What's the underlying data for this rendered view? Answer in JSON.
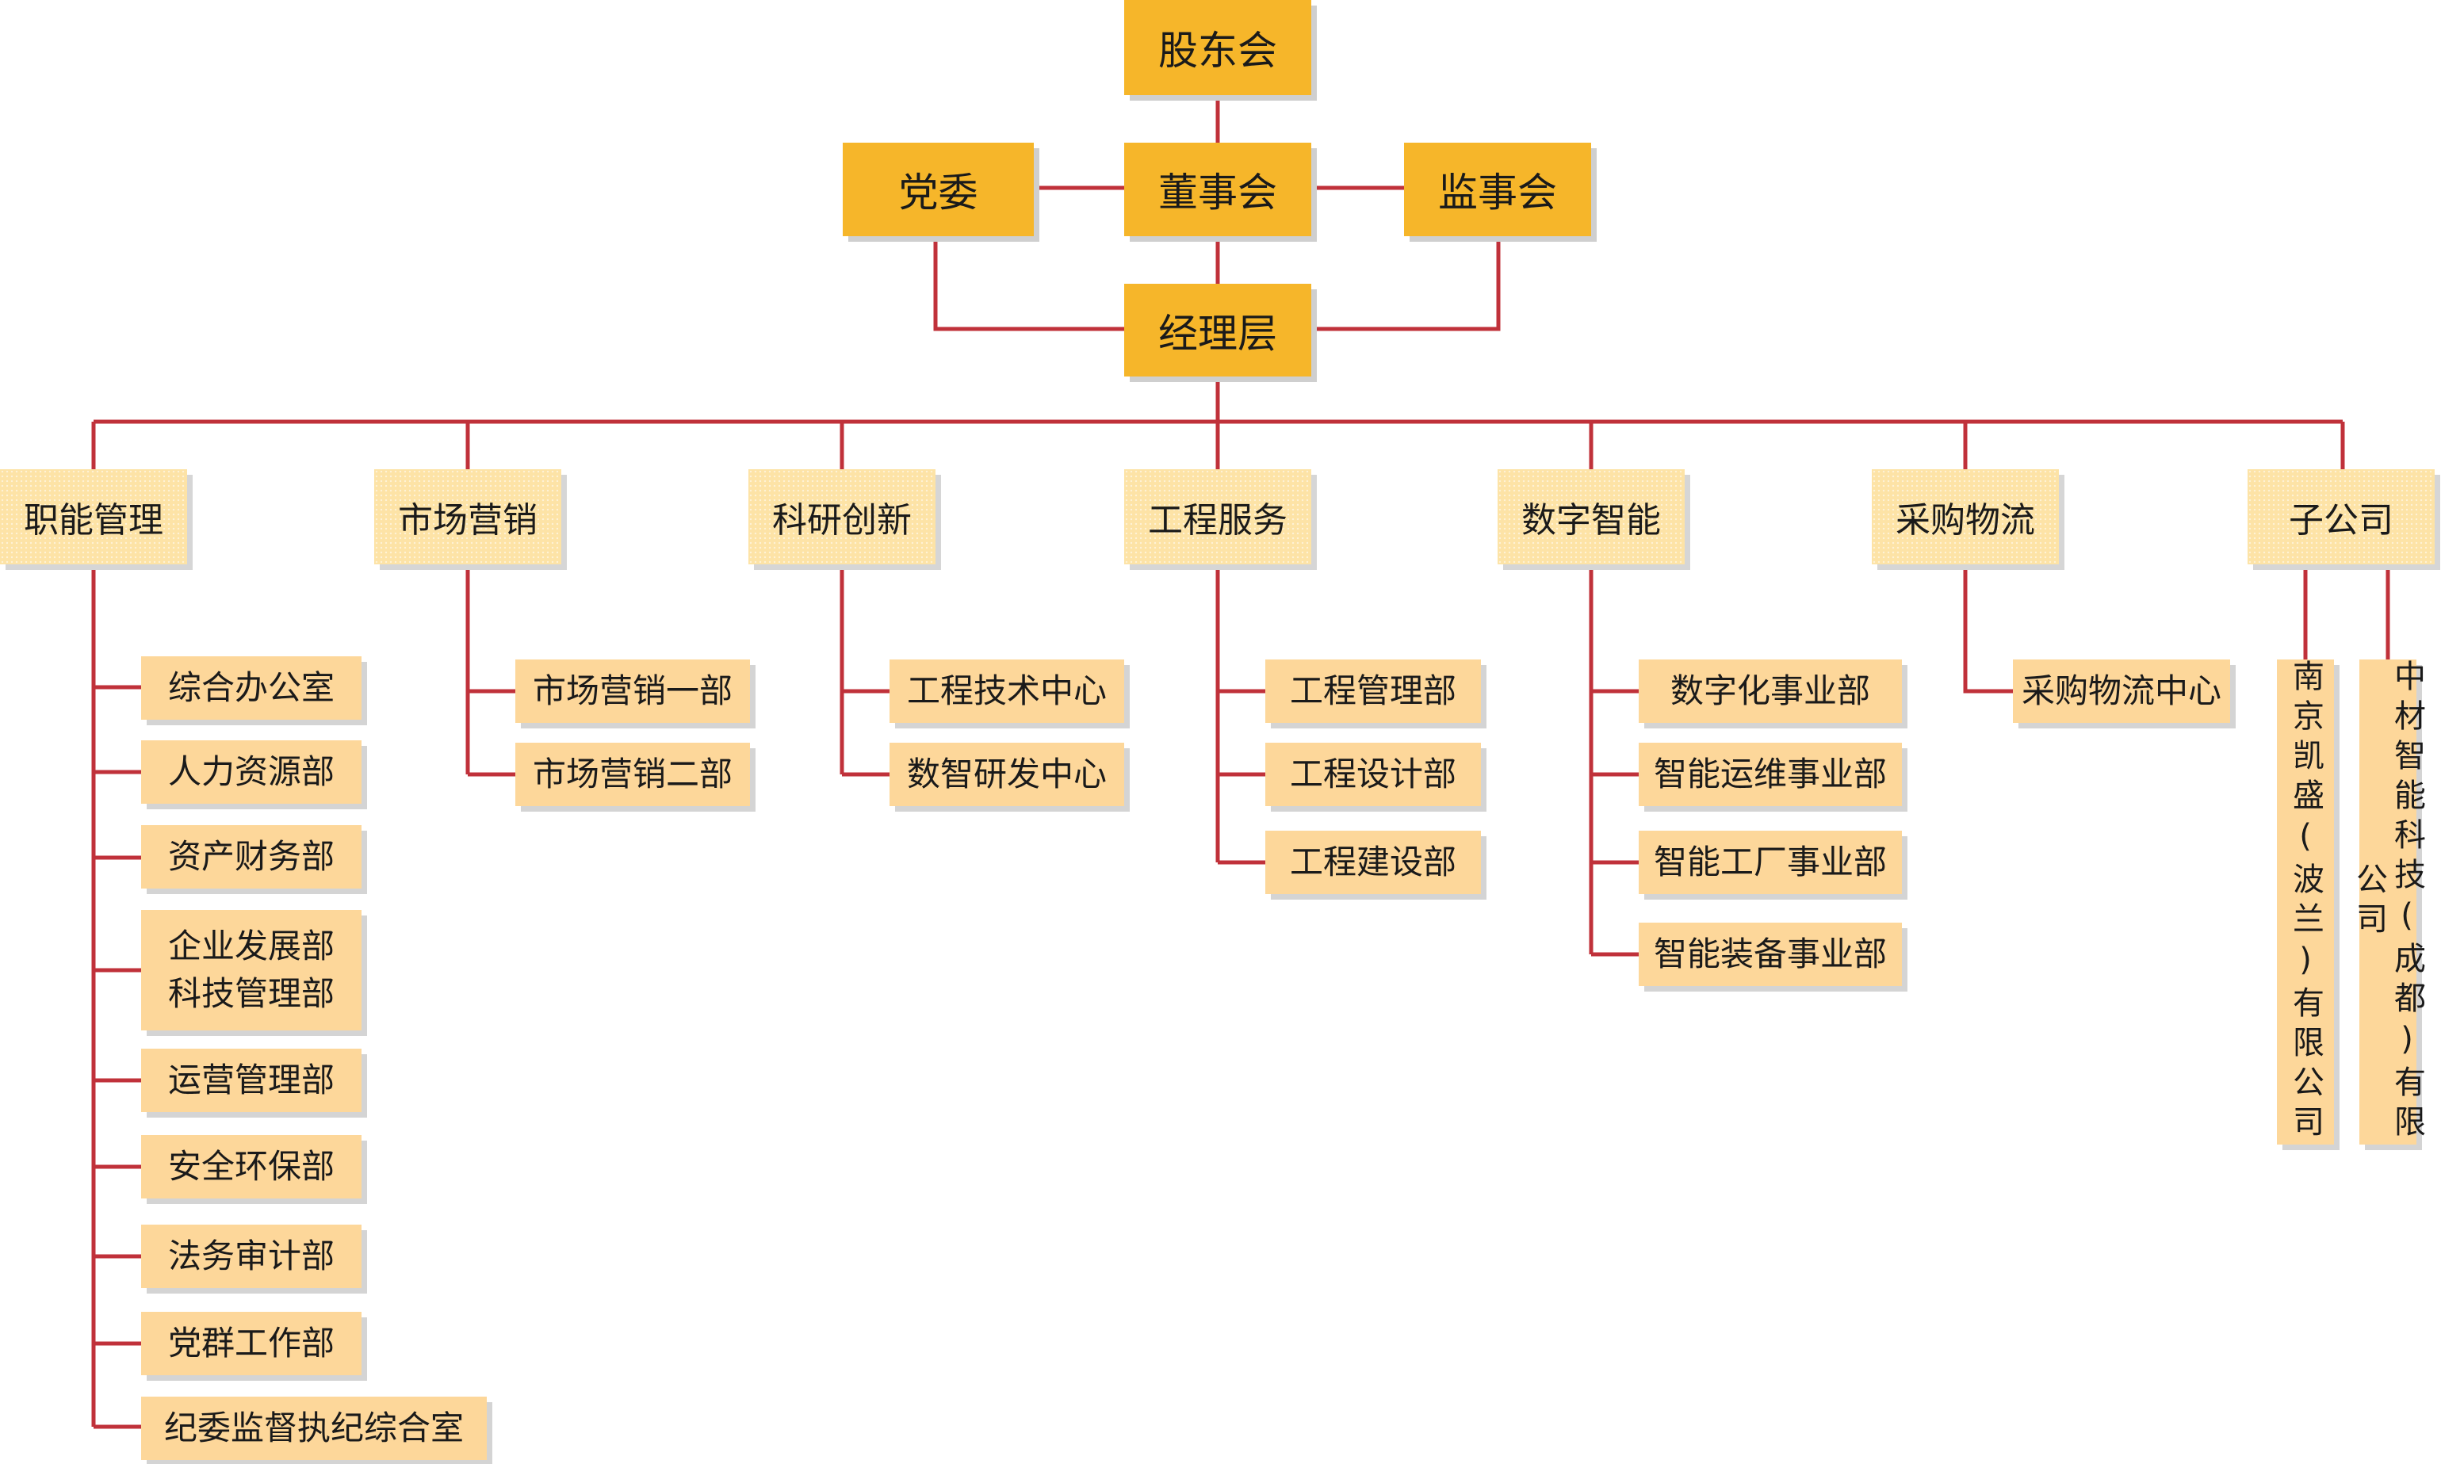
{
  "governance": {
    "shareholders": "股东会",
    "party_committee": "党委",
    "board": "董事会",
    "supervisors": "监事会",
    "management": "经理层"
  },
  "divisions": [
    {
      "label": "职能管理",
      "units": [
        "综合办公室",
        "人力资源部",
        "资产财务部",
        "企业发展部\n科技管理部",
        "运营管理部",
        "安全环保部",
        "法务审计部",
        "党群工作部",
        "纪委监督执纪综合室"
      ]
    },
    {
      "label": "市场营销",
      "units": [
        "市场营销一部",
        "市场营销二部"
      ]
    },
    {
      "label": "科研创新",
      "units": [
        "工程技术中心",
        "数智研发中心"
      ]
    },
    {
      "label": "工程服务",
      "units": [
        "工程管理部",
        "工程设计部",
        "工程建设部"
      ]
    },
    {
      "label": "数字智能",
      "units": [
        "数字化事业部",
        "智能运维事业部",
        "智能工厂事业部",
        "智能装备事业部"
      ]
    },
    {
      "label": "采购物流",
      "units": [
        "采购物流中心"
      ]
    },
    {
      "label": "子公司",
      "units": [
        "南京凯盛(波兰)有限公司",
        "中材智能科技(成都)有限公司"
      ]
    }
  ],
  "colors": {
    "connector": "#c0313a",
    "governance_fill": "#f6b62a",
    "division_fill": "#fde3a6",
    "unit_fill": "#fdd79a"
  }
}
